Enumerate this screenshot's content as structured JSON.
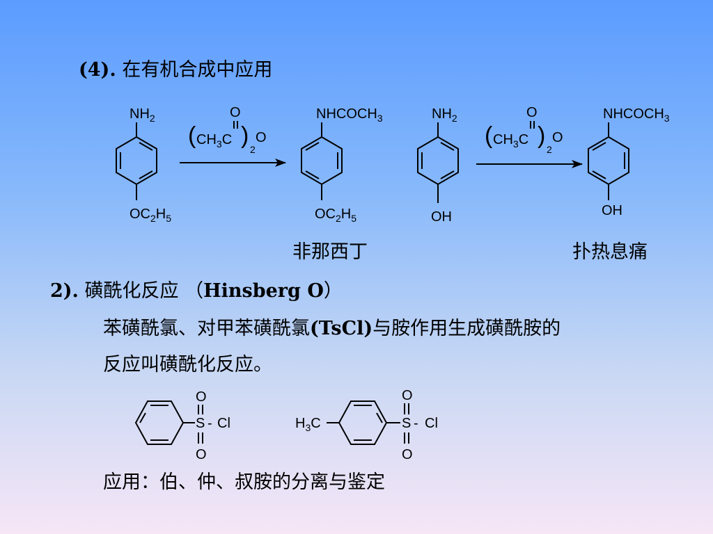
{
  "slide": {
    "heading_4_prefix": "(4).",
    "heading_4_text": "在有机合成中应用",
    "product_label_1": "非那西丁",
    "product_label_2": "扑热息痛",
    "heading_2_prefix": "2).",
    "heading_2_text": "磺酰化反应",
    "heading_2_paren_open": "（",
    "heading_2_name": "Hinsberg O",
    "heading_2_paren_close": "）",
    "description_line_1_a": "苯磺酰氯、对甲苯磺酰氯",
    "description_line_1_b": "(TsCl)",
    "description_line_1_c": "与胺作用生成磺酰胺的",
    "description_line_2": "反应叫磺酰化反应。",
    "application_text": "应用：伯、仲、叔胺的分离与鉴定"
  },
  "chem_text": {
    "nh2": "NH",
    "sub2": "2",
    "sub3": "3",
    "sub5": "5",
    "oc": "OC",
    "h": "H",
    "o": "O",
    "oh": "OH",
    "nhcoch": "NHCOCH",
    "reagent_ch": "CH",
    "reagent_c": "C",
    "paren_open": "(",
    "paren_close": ")",
    "s": "S",
    "cl": "Cl",
    "dash": "-",
    "h3c_h": "H",
    "h3c_c": "C"
  }
}
